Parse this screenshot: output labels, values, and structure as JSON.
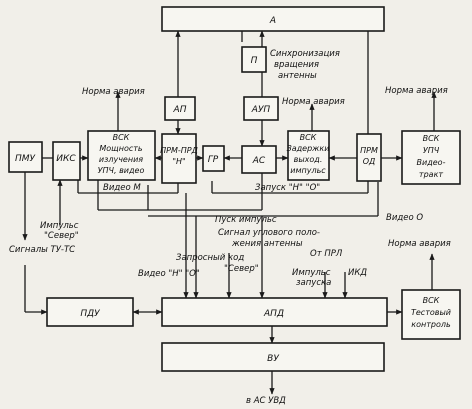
{
  "blocks": {
    "a": "А",
    "p": "П",
    "ap": "АП",
    "aup": "АУП",
    "pmu": "ПМУ",
    "iks": "ИКС",
    "vsk_power": [
      "ВСК",
      "Мощность",
      "излучения",
      "УПЧ, видео"
    ],
    "prm_prd": [
      "ПРМ-ПРД",
      "\"Н\""
    ],
    "gr": "ГР",
    "as": "АС",
    "vsk_delay": [
      "ВСК",
      "Задержки",
      "выход.",
      "импульс"
    ],
    "prm_od": [
      "ПРМ",
      "ОД"
    ],
    "vsk_upch": [
      "ВСК",
      "УПЧ",
      "Видео-",
      "тракт"
    ],
    "pdu": "ПДУ",
    "apd": "АПД",
    "vu": "ВУ",
    "vsk_test": [
      "ВСК",
      "Тестовый",
      "контроль"
    ]
  },
  "labels": {
    "sync": [
      "Синхронизация",
      "вращения",
      "антенны"
    ],
    "norm_left": "Норма авария",
    "norm_mid": "Норма авария",
    "norm_right": "Норма авария",
    "norm_low": "Норма авария",
    "video_m": "Видео М",
    "zapusk": "Запуск \"Н\" \"О\"",
    "pusk": "Пуск импульс",
    "video_o": "Видео О",
    "impuls_sever": [
      "Импульс",
      "\"Север\""
    ],
    "signaly": "Сигналы ТУ-ТС",
    "signal_angle": [
      "Сигнал углового поло-",
      "жения антенны"
    ],
    "zapros": [
      "Запросный код",
      "\"Север\""
    ],
    "video_no": "Видео \"Н\" \"О\"",
    "ot_prl": "От ПРЛ",
    "impulsy": [
      "Импульс",
      "запуска"
    ],
    "ikd": "ИКД",
    "bottom": "в АС УВД"
  }
}
